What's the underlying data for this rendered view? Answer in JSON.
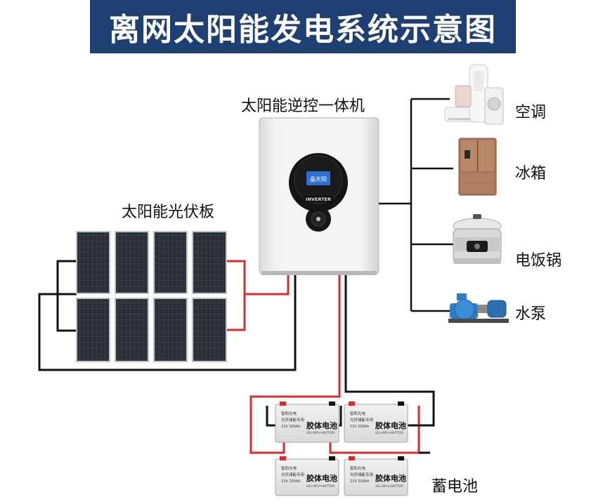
{
  "title": "离网太阳能发电系统示意图",
  "inverter": {
    "label": "太阳能逆控一体机",
    "display_brand": "晶天阳",
    "badge": "INVERTER"
  },
  "solar_panels": {
    "label": "太阳能光伏板"
  },
  "loads": [
    {
      "label": "空调"
    },
    {
      "label": "冰箱"
    },
    {
      "label": "电饭锅"
    },
    {
      "label": "水泵"
    }
  ],
  "batteries": {
    "label": "蓄电池",
    "units": [
      {
        "brand": "智和光电",
        "sub": "光伏储能专用",
        "spec": "12V 200Ah",
        "name": "胶体电池",
        "type": "GEL•NPLA•BATTERY"
      },
      {
        "brand": "智和光电",
        "sub": "光伏储能专用",
        "spec": "12V 200Ah",
        "name": "胶体电池",
        "type": "GEL•NPLA•BATTERY"
      },
      {
        "brand": "智和光电",
        "sub": "光伏储能专用",
        "spec": "12V 200Ah",
        "name": "胶体电池",
        "type": "GEL•NPLA•BATTERY"
      },
      {
        "brand": "智和光电",
        "sub": "光伏储能专用",
        "spec": "12V 200Ah",
        "name": "胶体电池",
        "type": "GEL•NPLA•BATTERY"
      }
    ]
  },
  "colors": {
    "title_bg": "#1f3f73",
    "wire_positive": "#d92b2b",
    "wire_negative": "#111111",
    "panel": "#2b2f36",
    "inverter_body": "#eeeeee"
  }
}
